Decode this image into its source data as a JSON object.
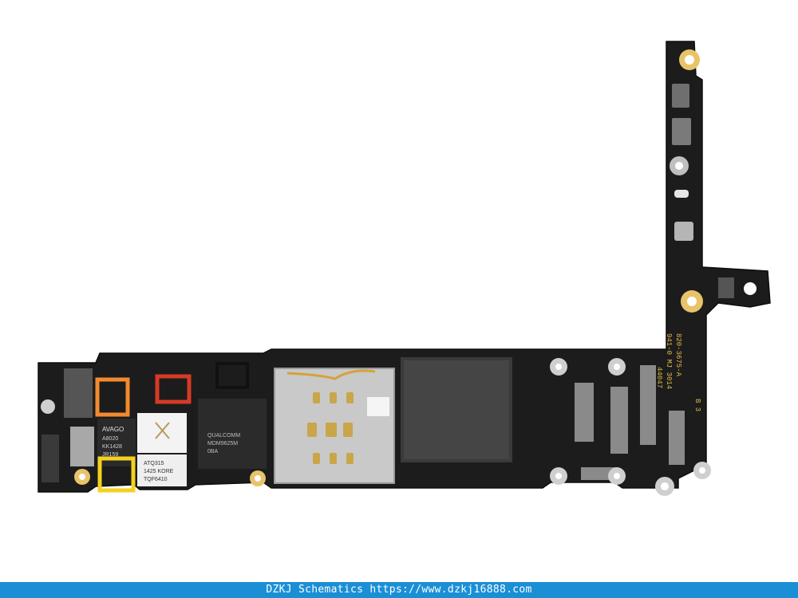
{
  "footer": {
    "text": "DZKJ Schematics https://www.dzkj16888.com"
  },
  "colors": {
    "background": "#ffffff",
    "footer_bar": "#1b8fd6",
    "pcb": "#1c1c1c",
    "highlight_orange": "#f28a2e",
    "highlight_red": "#d63a24",
    "highlight_black": "#111111",
    "highlight_yellow": "#f2d21e"
  },
  "chip_labels": {
    "avago_1": "AVAGO",
    "avago_2": "A8020",
    "avago_3": "KK1428",
    "avago_4": "JR159",
    "triquint_1": "1425 KORE",
    "triquint_2": "TQF6410",
    "triquint_3": "ATQ315",
    "qualcomm_1": "QUALCOMM",
    "qualcomm_2": "MDM9625M",
    "qualcomm_3": "0BA",
    "board_1": "820-3675-A",
    "board_2": "941-0 MJ 3014",
    "board_3": "44047",
    "board_4": "B 3"
  }
}
